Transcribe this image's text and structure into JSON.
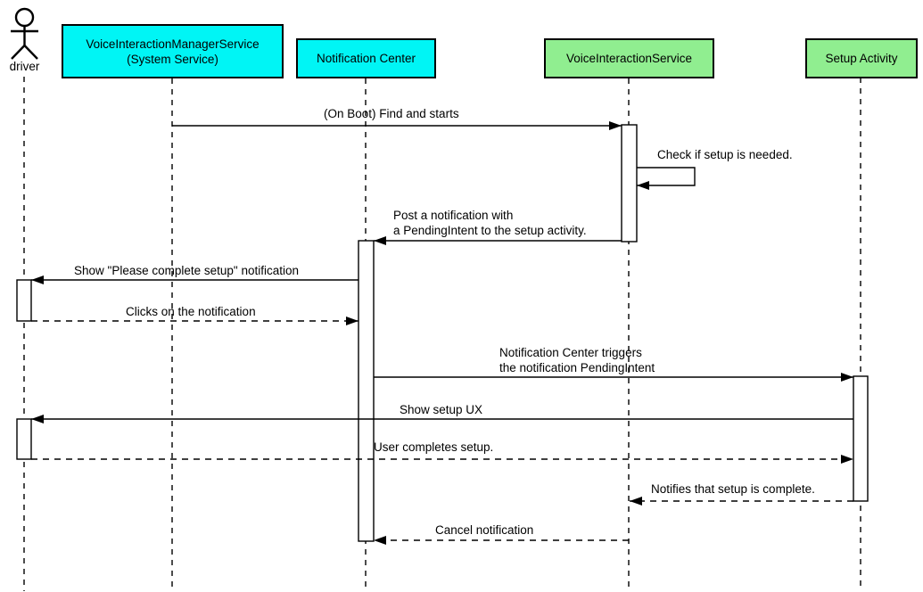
{
  "diagram": {
    "type": "uml-sequence",
    "colors": {
      "system_participant_fill": "#00F5F5",
      "app_participant_fill": "#90EE90",
      "line": "#000000",
      "background": "#FFFFFF"
    },
    "participants": [
      {
        "name": "driver",
        "kind": "actor"
      },
      {
        "name": "VoiceInteractionManagerService\n(System Service)",
        "kind": "participant",
        "fill": "#00F5F5"
      },
      {
        "name": "Notification Center",
        "kind": "participant",
        "fill": "#00F5F5"
      },
      {
        "name": "VoiceInteractionService",
        "kind": "participant",
        "fill": "#90EE90"
      },
      {
        "name": "Setup Activity",
        "kind": "participant",
        "fill": "#90EE90"
      }
    ],
    "messages": [
      {
        "from": "VoiceInteractionManagerService (System Service)",
        "to": "VoiceInteractionService",
        "style": "solid",
        "label": "(On Boot) Find and starts"
      },
      {
        "from": "VoiceInteractionService",
        "to": "VoiceInteractionService",
        "style": "solid-self",
        "label": "Check if setup is needed."
      },
      {
        "from": "VoiceInteractionService",
        "to": "Notification Center",
        "style": "solid",
        "label": "Post a notification with\na PendingIntent to the setup activity."
      },
      {
        "from": "Notification Center",
        "to": "driver",
        "style": "solid",
        "label": "Show \"Please complete setup\" notification"
      },
      {
        "from": "driver",
        "to": "Notification Center",
        "style": "dashed",
        "label": "Clicks on the notification"
      },
      {
        "from": "Notification Center",
        "to": "Setup Activity",
        "style": "solid",
        "label": "Notification Center triggers\nthe notification PendingIntent"
      },
      {
        "from": "Setup Activity",
        "to": "driver",
        "style": "solid",
        "label": "Show setup UX"
      },
      {
        "from": "driver",
        "to": "Setup Activity",
        "style": "dashed",
        "label": "User completes setup."
      },
      {
        "from": "Setup Activity",
        "to": "VoiceInteractionService",
        "style": "dashed",
        "label": "Notifies that setup is complete."
      },
      {
        "from": "VoiceInteractionService",
        "to": "Notification Center",
        "style": "dashed",
        "label": "Cancel notification"
      }
    ]
  }
}
